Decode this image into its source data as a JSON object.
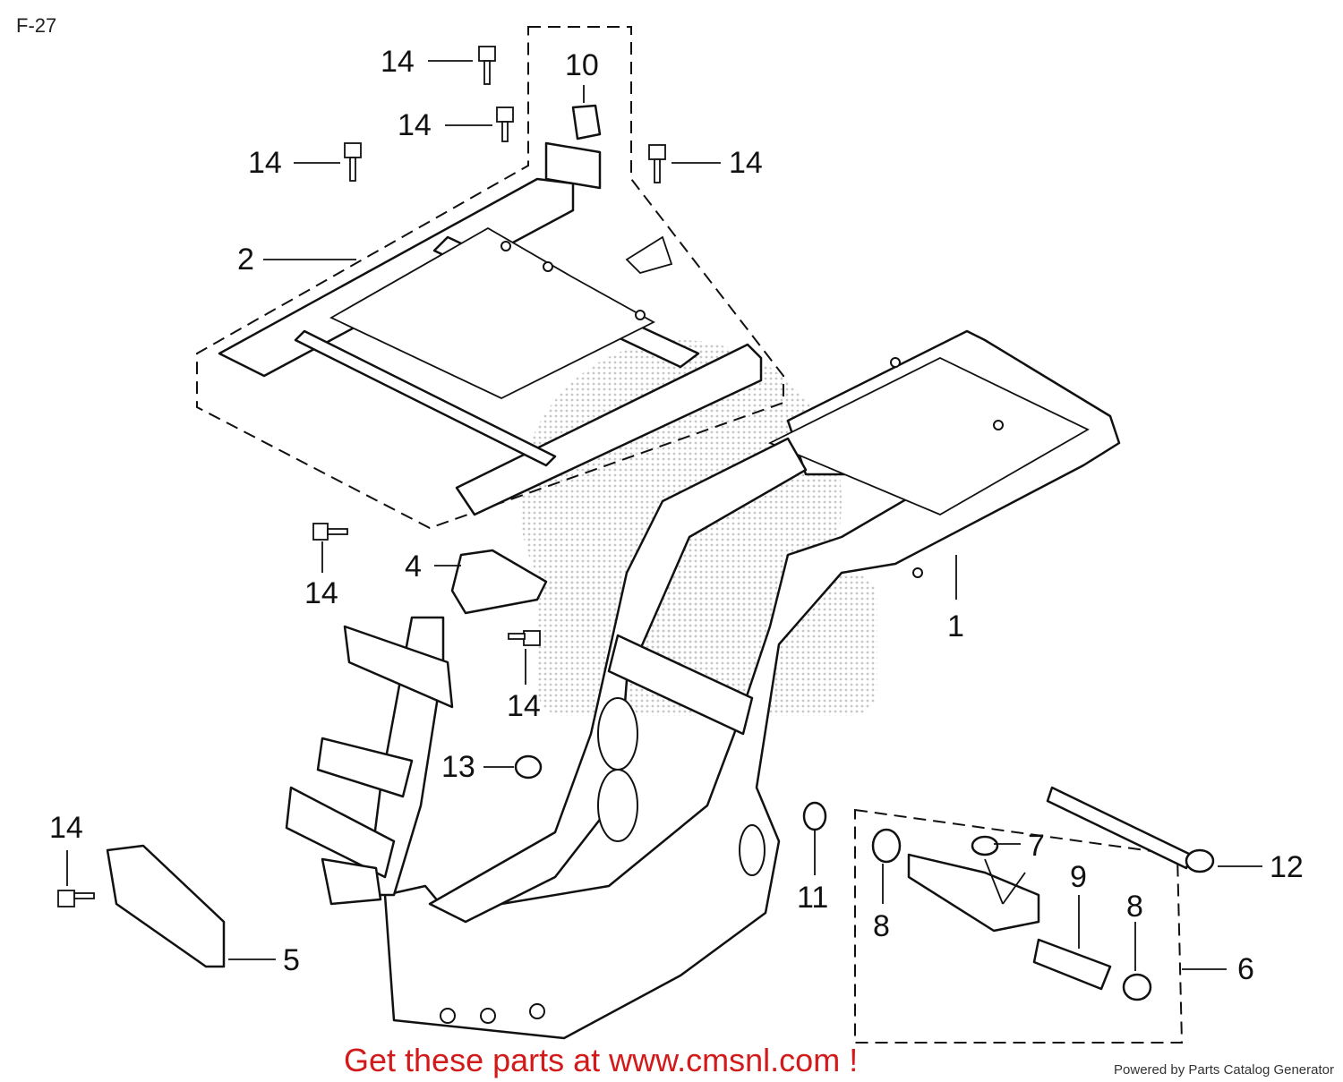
{
  "page": {
    "code": "F-27"
  },
  "callouts": {
    "c1": "1",
    "c2": "2",
    "c4": "4",
    "c5": "5",
    "c6": "6",
    "c7": "7",
    "c8a": "8",
    "c8b": "8",
    "c9": "9",
    "c10": "10",
    "c11": "11",
    "c12": "12",
    "c13": "13",
    "c14a": "14",
    "c14b": "14",
    "c14c": "14",
    "c14d": "14",
    "c14e": "14",
    "c14f": "14",
    "c14g": "14"
  },
  "footer": {
    "promo": "Get these parts at www.cmsnl.com !",
    "credit": "Powered by Parts Catalog Generator"
  },
  "colors": {
    "promo": "#d21a1a",
    "ink": "#111111",
    "watermark": "#b8b8b8"
  }
}
